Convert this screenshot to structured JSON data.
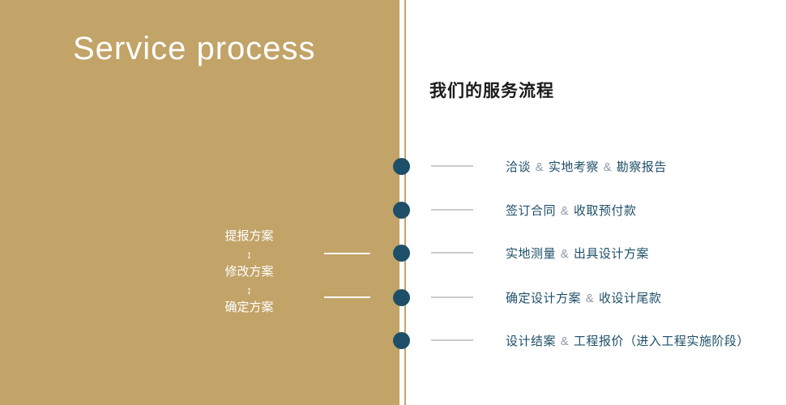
{
  "left": {
    "title": "Service process",
    "flow": {
      "steps": [
        "提报方案",
        "修改方案",
        "确定方案"
      ],
      "arrow": "↕"
    }
  },
  "right": {
    "heading": "我们的服务流程",
    "items": [
      "洽谈 & 实地考察 & 勘察报告",
      "签订合同 & 收取预付款",
      "实地测量 & 出具设计方案",
      "确定设计方案 & 收设计尾款",
      "设计结案 & 工程报价（进入工程实施阶段）"
    ]
  },
  "colors": {
    "panel_tan": "#c2a368",
    "navy": "#1e4f68",
    "line_gray": "#cccccc"
  }
}
